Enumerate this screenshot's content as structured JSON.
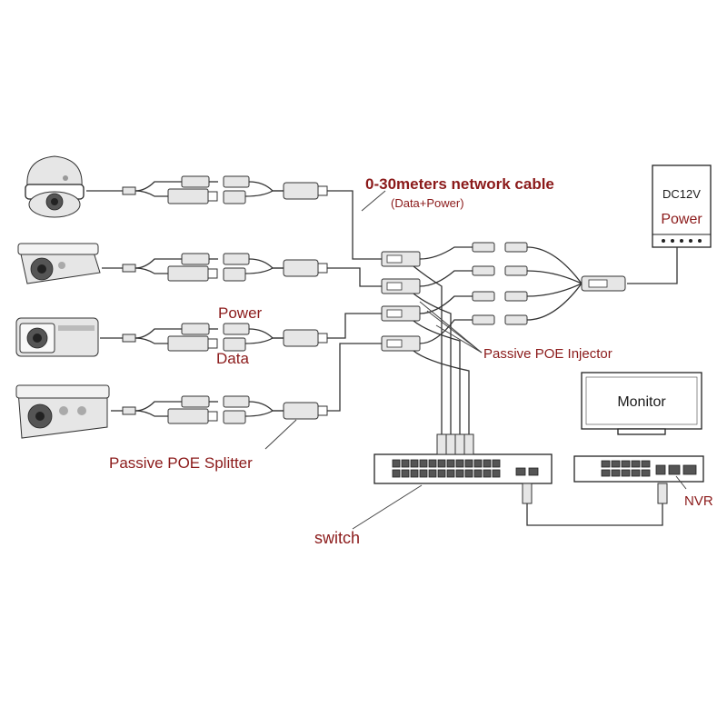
{
  "labels": {
    "cable_title": "0-30meters network cable",
    "cable_sub": "(Data+Power)",
    "power": "Power",
    "data": "Data",
    "injector": "Passive POE Injector",
    "splitter": "Passive POE Splitter",
    "switch": "switch",
    "monitor": "Monitor",
    "nvr": "NVR",
    "psu_voltage": "DC12V",
    "psu_power": "Power"
  },
  "colors": {
    "label_red": "#8b1a1a",
    "line": "#333333"
  },
  "icons": [
    "dome-camera-icon",
    "bullet-camera-icon",
    "box-camera-icon",
    "bullet-camera-icon"
  ]
}
